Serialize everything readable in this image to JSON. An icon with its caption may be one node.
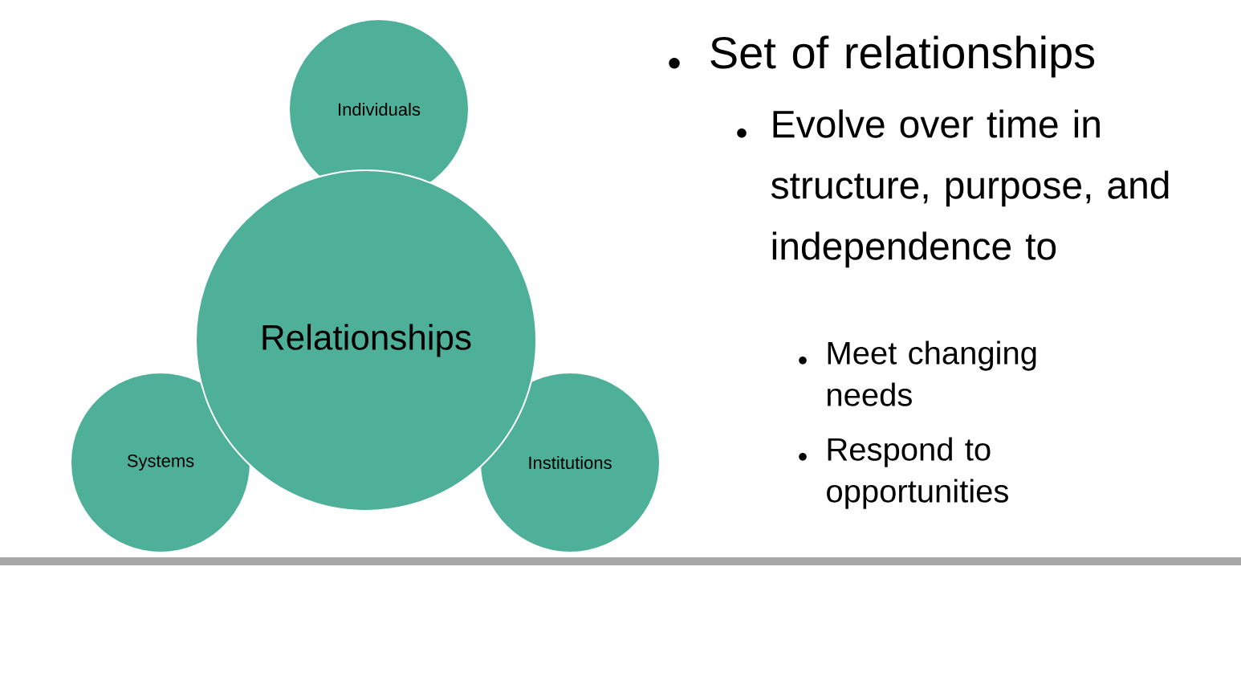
{
  "diagram": {
    "nodes": [
      {
        "text": [
          "Individuals"
        ]
      },
      {
        "text": [
          "Relationships"
        ]
      },
      {
        "text": [
          "Systems"
        ]
      },
      {
        "text": [
          "Institutions"
        ]
      }
    ],
    "labels": [
      "Set of relationships",
      "Evolve over time in structure, purpose, and independence to",
      "Meet changing needs",
      "Respond to opportunities"
    ]
  }
}
